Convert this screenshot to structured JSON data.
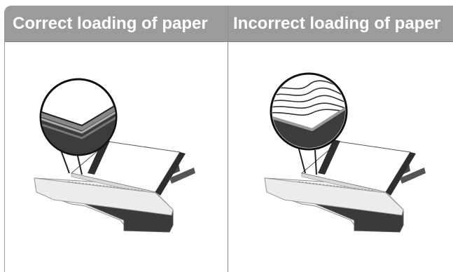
{
  "table": {
    "columns": [
      {
        "header": "Correct loading of paper",
        "illustration": "paper-tray-correct-loading",
        "status": "correct"
      },
      {
        "header": "Incorrect loading of paper",
        "illustration": "paper-tray-incorrect-loading",
        "status": "incorrect"
      }
    ]
  },
  "colors": {
    "header_bg": "#9b9b9b",
    "header_text": "#ffffff",
    "border": "#9a9a9a",
    "tray_light": "#f2f2f2",
    "tray_dark": "#2e2e2e"
  }
}
